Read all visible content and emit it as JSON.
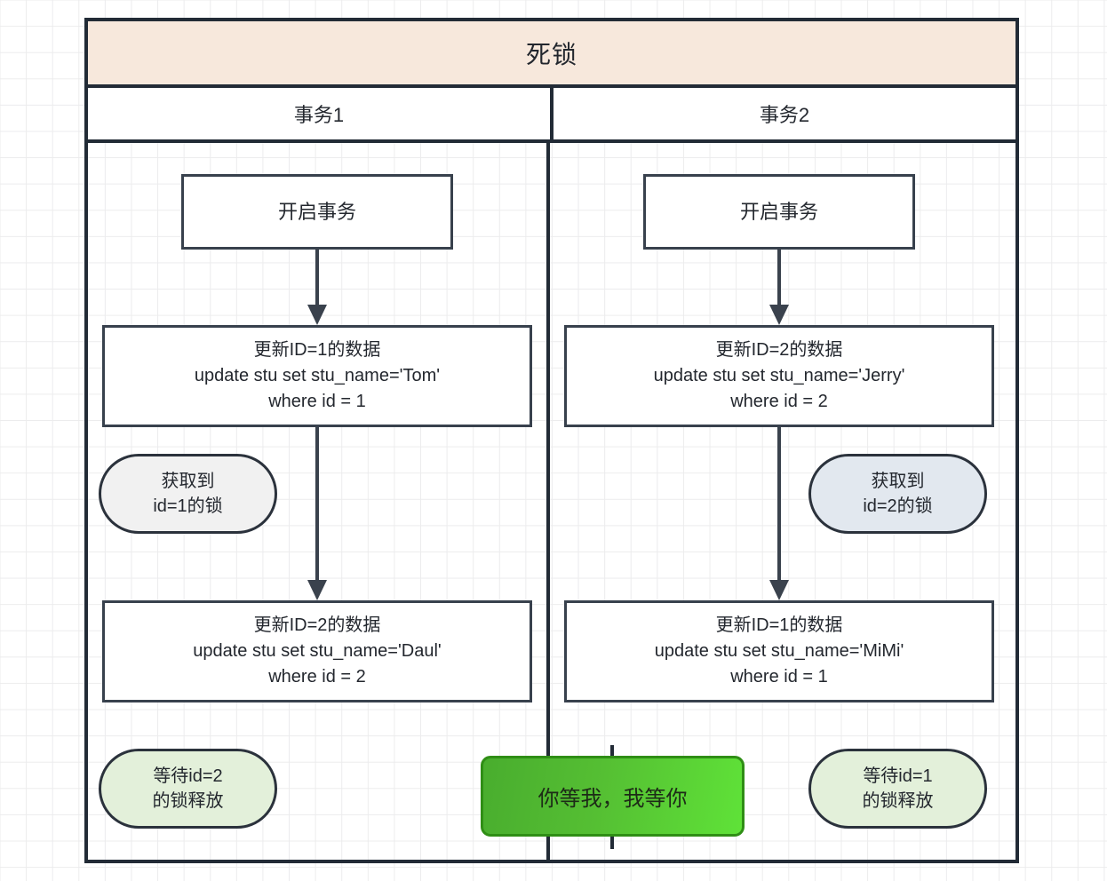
{
  "diagram": {
    "title": "死锁",
    "columns": [
      {
        "header": "事务1"
      },
      {
        "header": "事务2"
      }
    ],
    "transaction1": {
      "begin": "开启事务",
      "sql_first": {
        "line1": "更新ID=1的数据",
        "line2": "update stu set stu_name='Tom'",
        "line3": "where id = 1"
      },
      "lock_pill": {
        "line1": "获取到",
        "line2": "id=1的锁"
      },
      "sql_second": {
        "line1": "更新ID=2的数据",
        "line2": "update stu set stu_name='Daul'",
        "line3": "where id = 2"
      },
      "wait_pill": {
        "line1": "等待id=2",
        "line2": "的锁释放"
      }
    },
    "transaction2": {
      "begin": "开启事务",
      "sql_first": {
        "line1": "更新ID=2的数据",
        "line2": "update stu set stu_name='Jerry'",
        "line3": "where id = 2"
      },
      "lock_pill": {
        "line1": "获取到",
        "line2": "id=2的锁"
      },
      "sql_second": {
        "line1": "更新ID=1的数据",
        "line2": "update stu set stu_name='MiMi'",
        "line3": "where id = 1"
      },
      "wait_pill": {
        "line1": "等待id=1",
        "line2": "的锁释放"
      }
    },
    "callout": {
      "text": "你等我，我等你"
    },
    "colors": {
      "title_bar_fill": "#f7e8dc",
      "frame_border": "#222b36",
      "box_border": "#38414d",
      "lock_pill_left_fill": "#f1f1f1",
      "lock_pill_right_fill": "#e2e8ef",
      "wait_pill_fill": "#e3f0da",
      "callout_green_start": "#49ad2e",
      "callout_green_end": "#5fe238",
      "callout_border": "#2f8e15",
      "grid_line": "#ececed"
    }
  }
}
